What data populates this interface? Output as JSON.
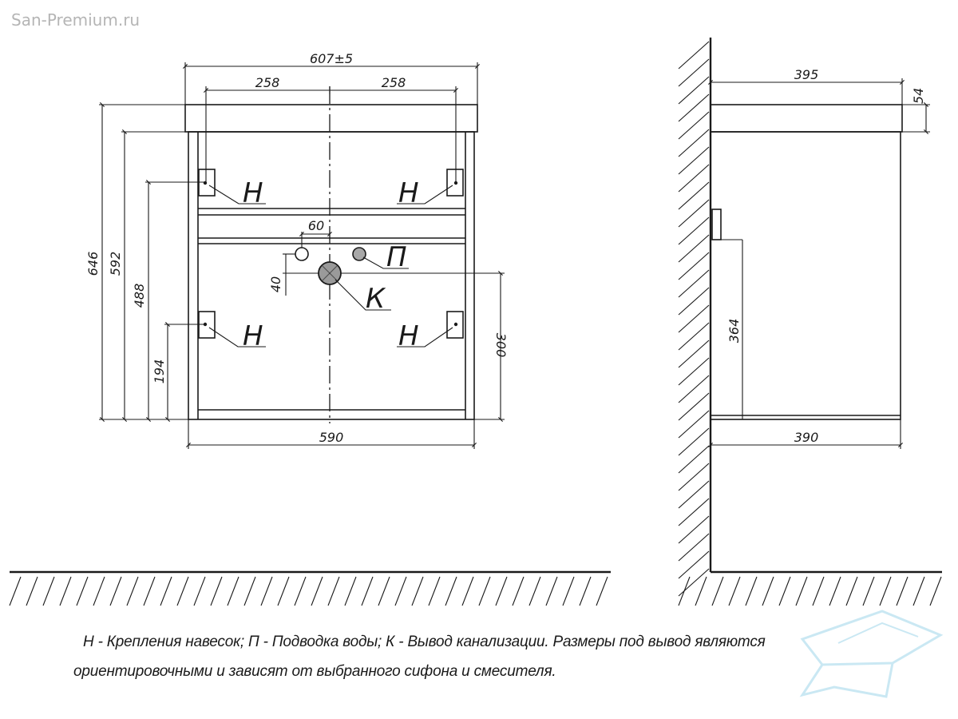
{
  "watermark": "San-Premium.ru",
  "front_view": {
    "dim_overall_width": "607±5",
    "dim_mount_left": "258",
    "dim_mount_right": "258",
    "dim_height_total": "646",
    "dim_height_592": "592",
    "dim_height_488": "488",
    "dim_height_194": "194",
    "dim_bottom_width": "590",
    "dim_pipe_spacing": "60",
    "dim_pipe_offset": "40",
    "dim_drain_height": "300",
    "label_mount_top_left": "Н",
    "label_mount_top_right": "Н",
    "label_mount_bottom_left": "Н",
    "label_mount_bottom_right": "Н",
    "label_water": "П",
    "label_drain": "К"
  },
  "side_view": {
    "dim_top_depth": "395",
    "dim_top_thickness": "54",
    "dim_body_height": "364",
    "dim_bottom_depth": "390"
  },
  "legend": {
    "line1": "Н - Крепления навесок; П - Подводка воды; К - Вывод канализации. Размеры под вывод являются",
    "line2": "ориентировочными и зависят от выбранного сифона и смесителя."
  },
  "colors": {
    "line": "#1a1a1a",
    "watermark": "#b5b5b5",
    "logo": "#9fd6ea"
  }
}
